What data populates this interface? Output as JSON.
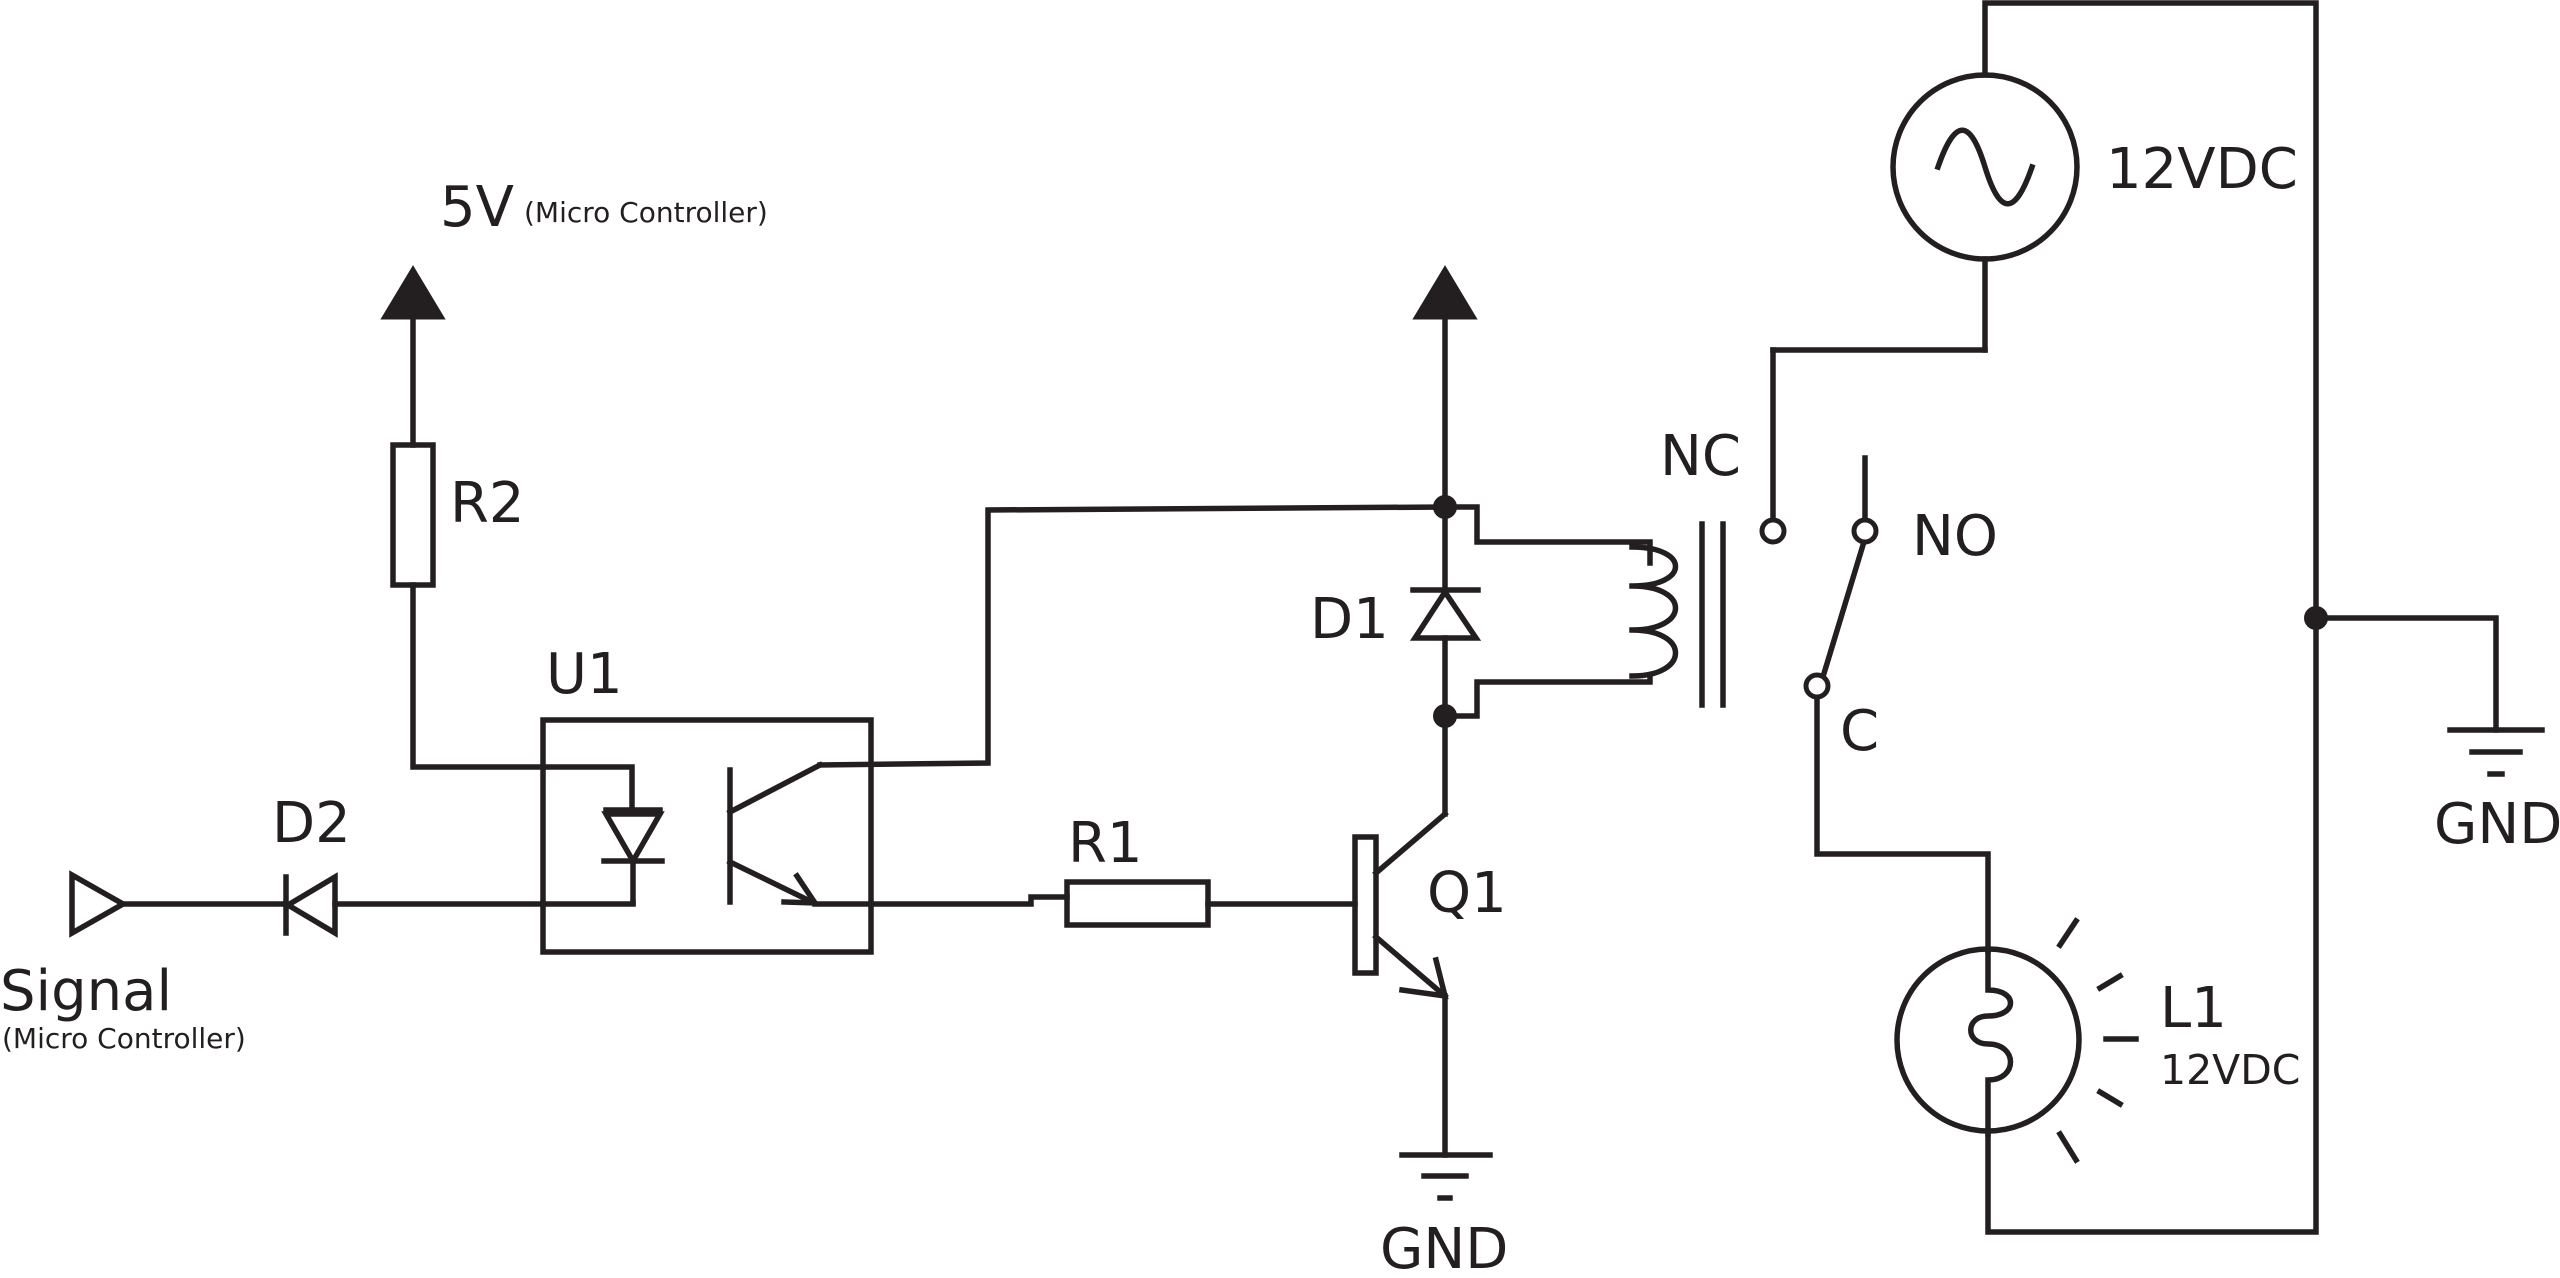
{
  "labels": {
    "vcc": "5V",
    "vcc_note": "(Micro Controller)",
    "r2": "R2",
    "u1": "U1",
    "d2": "D2",
    "signal": "Signal",
    "signal_note": "(Micro Controller)",
    "r1": "R1",
    "q1": "Q1",
    "d1": "D1",
    "gnd_q1": "GND",
    "nc": "NC",
    "no": "NO",
    "c": "C",
    "source": "12VDC",
    "l1": "L1",
    "l1_rating": "12VDC",
    "gnd_right": "GND"
  },
  "colors": {
    "ink": "#231f20",
    "background": "#ffffff"
  }
}
